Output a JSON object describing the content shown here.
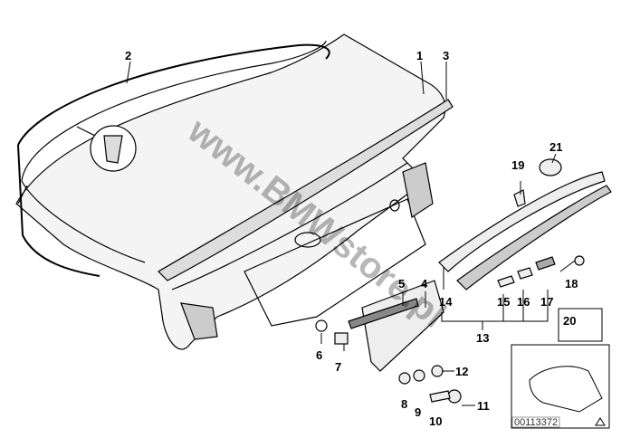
{
  "diagram": {
    "watermark": "www.BMWstore.pl",
    "drawing_number": "00113372",
    "callouts": [
      "1",
      "2",
      "3",
      "4",
      "5",
      "6",
      "7",
      "8",
      "9",
      "10",
      "11",
      "12",
      "13",
      "14",
      "15",
      "16",
      "17",
      "18",
      "19",
      "20",
      "21"
    ]
  }
}
